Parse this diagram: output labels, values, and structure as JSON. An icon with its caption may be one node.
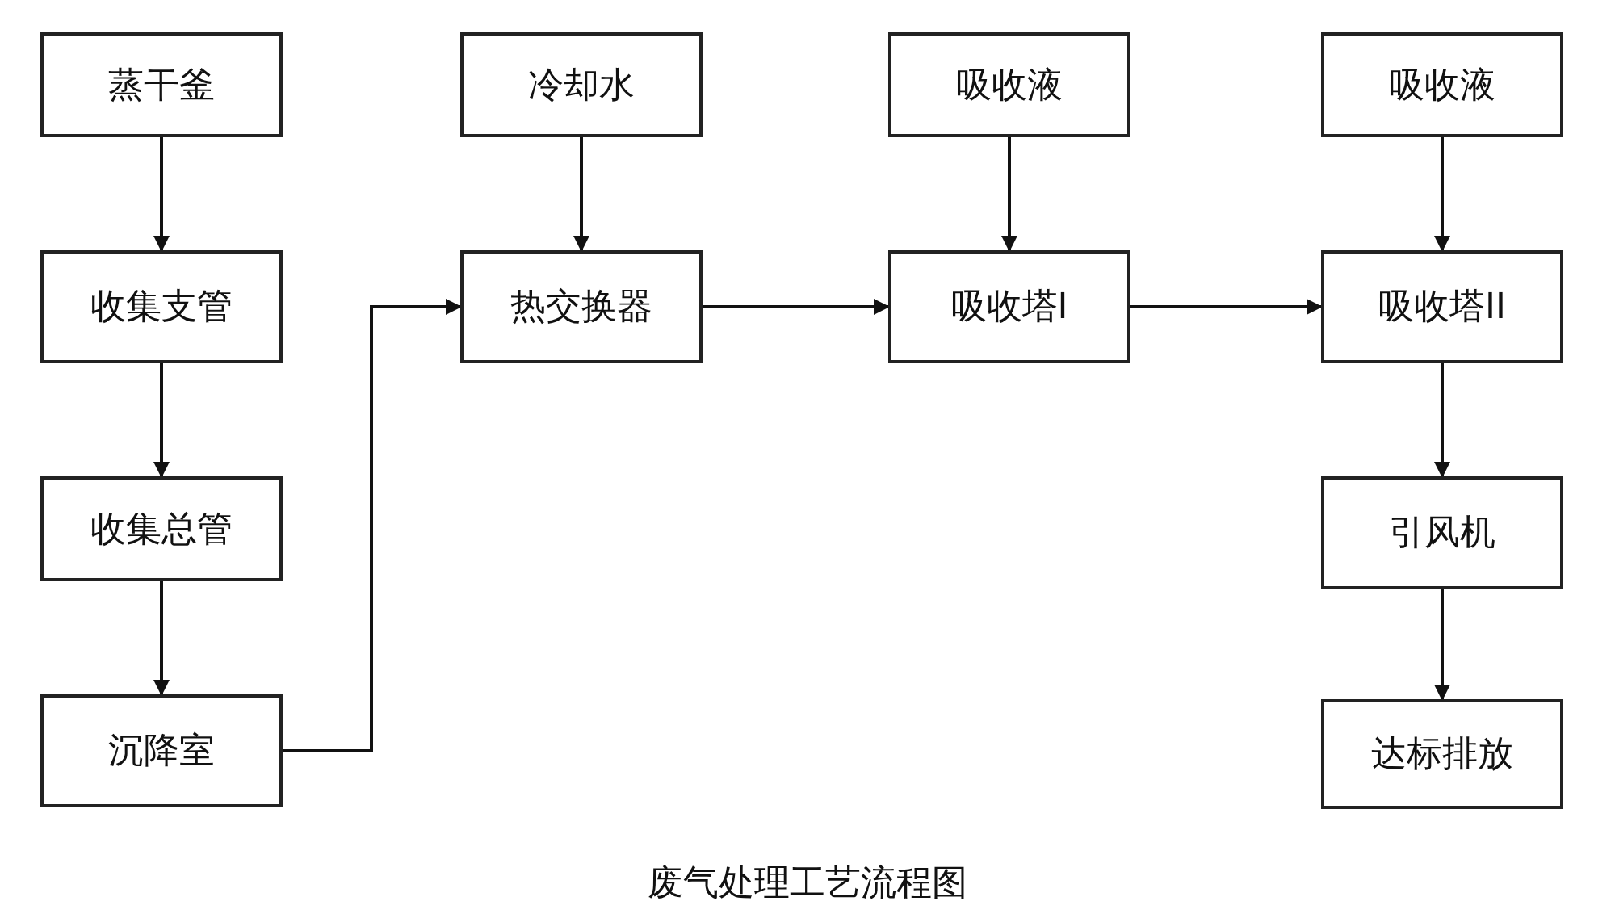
{
  "diagram": {
    "caption": "废气处理工艺流程图",
    "nodes": [
      {
        "text": [
          "蒸干釜"
        ]
      },
      {
        "text": [
          "收集支管"
        ]
      },
      {
        "text": [
          "收集总管"
        ]
      },
      {
        "text": [
          "沉降室"
        ]
      },
      {
        "text": [
          "冷却水"
        ]
      },
      {
        "text": [
          "热交换器"
        ]
      },
      {
        "text": [
          "吸收液"
        ]
      },
      {
        "text": [
          "吸收塔I"
        ]
      },
      {
        "text": [
          "吸收液"
        ]
      },
      {
        "text": [
          "吸收塔II"
        ]
      },
      {
        "text": [
          "引风机"
        ]
      },
      {
        "text": [
          "达标排放"
        ]
      }
    ],
    "edges": [
      {
        "from": 0,
        "to": 1,
        "arrow": "to"
      },
      {
        "from": 1,
        "to": 2,
        "arrow": "to"
      },
      {
        "from": 2,
        "to": 3,
        "arrow": "to"
      },
      {
        "from": 3,
        "to": 5,
        "arrow": "to"
      },
      {
        "from": 4,
        "to": 5,
        "arrow": "to"
      },
      {
        "from": 5,
        "to": 7,
        "arrow": "to"
      },
      {
        "from": 6,
        "to": 7,
        "arrow": "to"
      },
      {
        "from": 7,
        "to": 9,
        "arrow": "to"
      },
      {
        "from": 8,
        "to": 9,
        "arrow": "to"
      },
      {
        "from": 9,
        "to": 10,
        "arrow": "to"
      },
      {
        "from": 10,
        "to": 11,
        "arrow": "to"
      }
    ]
  }
}
